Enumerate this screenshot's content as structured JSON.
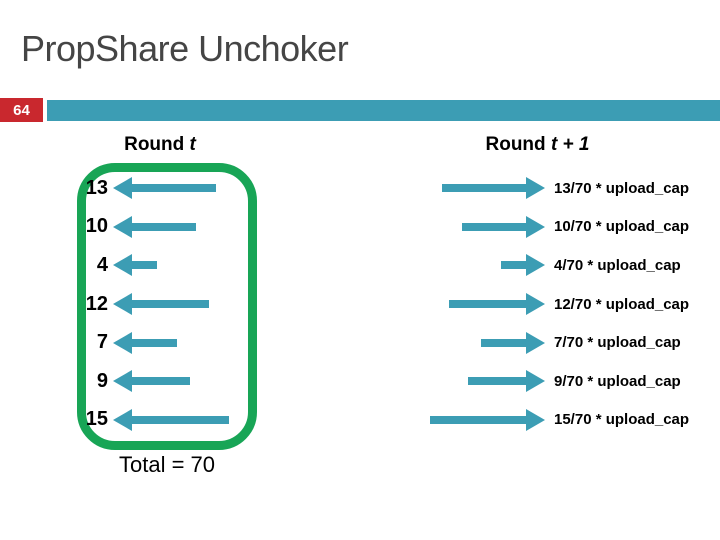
{
  "slide": {
    "title": "PropShare Unchoker",
    "slide_number": "64"
  },
  "colors": {
    "ink": "#454545",
    "red": "#C9282E",
    "teal": "#3C9DB4",
    "green": "#18A556"
  },
  "headers": {
    "left_prefix": "Round ",
    "left_italic": "t",
    "right_prefix": "Round ",
    "right_italic": "t + 1"
  },
  "total_label": "Total = 70",
  "chart_data": {
    "type": "table",
    "title": "PropShare Unchoker",
    "columns": [
      "Round t",
      "Round t + 1"
    ],
    "values": [
      13,
      10,
      4,
      12,
      7,
      9,
      15
    ],
    "total": 70,
    "note": "arrow length proportional to value"
  },
  "rows": [
    {
      "value": 13,
      "formula": "13/70 * upload_cap"
    },
    {
      "value": 10,
      "formula": "10/70 * upload_cap"
    },
    {
      "value": 4,
      "formula": "4/70 * upload_cap"
    },
    {
      "value": 12,
      "formula": "12/70 * upload_cap"
    },
    {
      "value": 7,
      "formula": "7/70 * upload_cap"
    },
    {
      "value": 9,
      "formula": "9/70 * upload_cap"
    },
    {
      "value": 15,
      "formula": "15/70 * upload_cap"
    }
  ]
}
